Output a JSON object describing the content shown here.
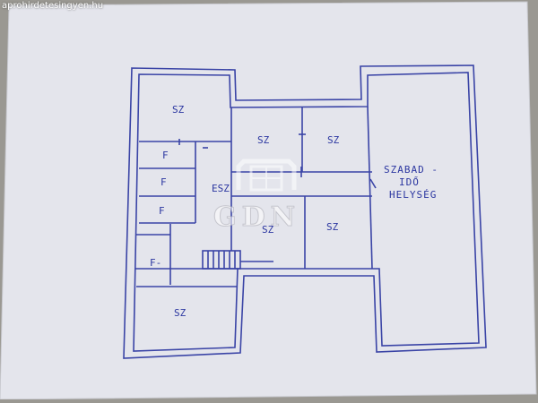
{
  "watermark": {
    "url_text": "aprohirdetesingyen.hu",
    "logo_text": "GDN"
  },
  "rooms": {
    "sz_top_left": "SZ",
    "sz_mid_1": "SZ",
    "sz_mid_2": "SZ",
    "f_1": "F",
    "f_2": "F",
    "f_3": "F",
    "esz": "ESZ",
    "sz_center_low": "SZ",
    "sz_right_low": "SZ",
    "f_4": "F-",
    "sz_bottom_left": "SZ",
    "leisure_line1": "SZABAD -",
    "leisure_line2": "IDŐ",
    "leisure_line3": "HELYSÉG"
  },
  "colors": {
    "ink": "#2b36a0",
    "paper": "#e6e7ee",
    "background": "#9a9892"
  }
}
